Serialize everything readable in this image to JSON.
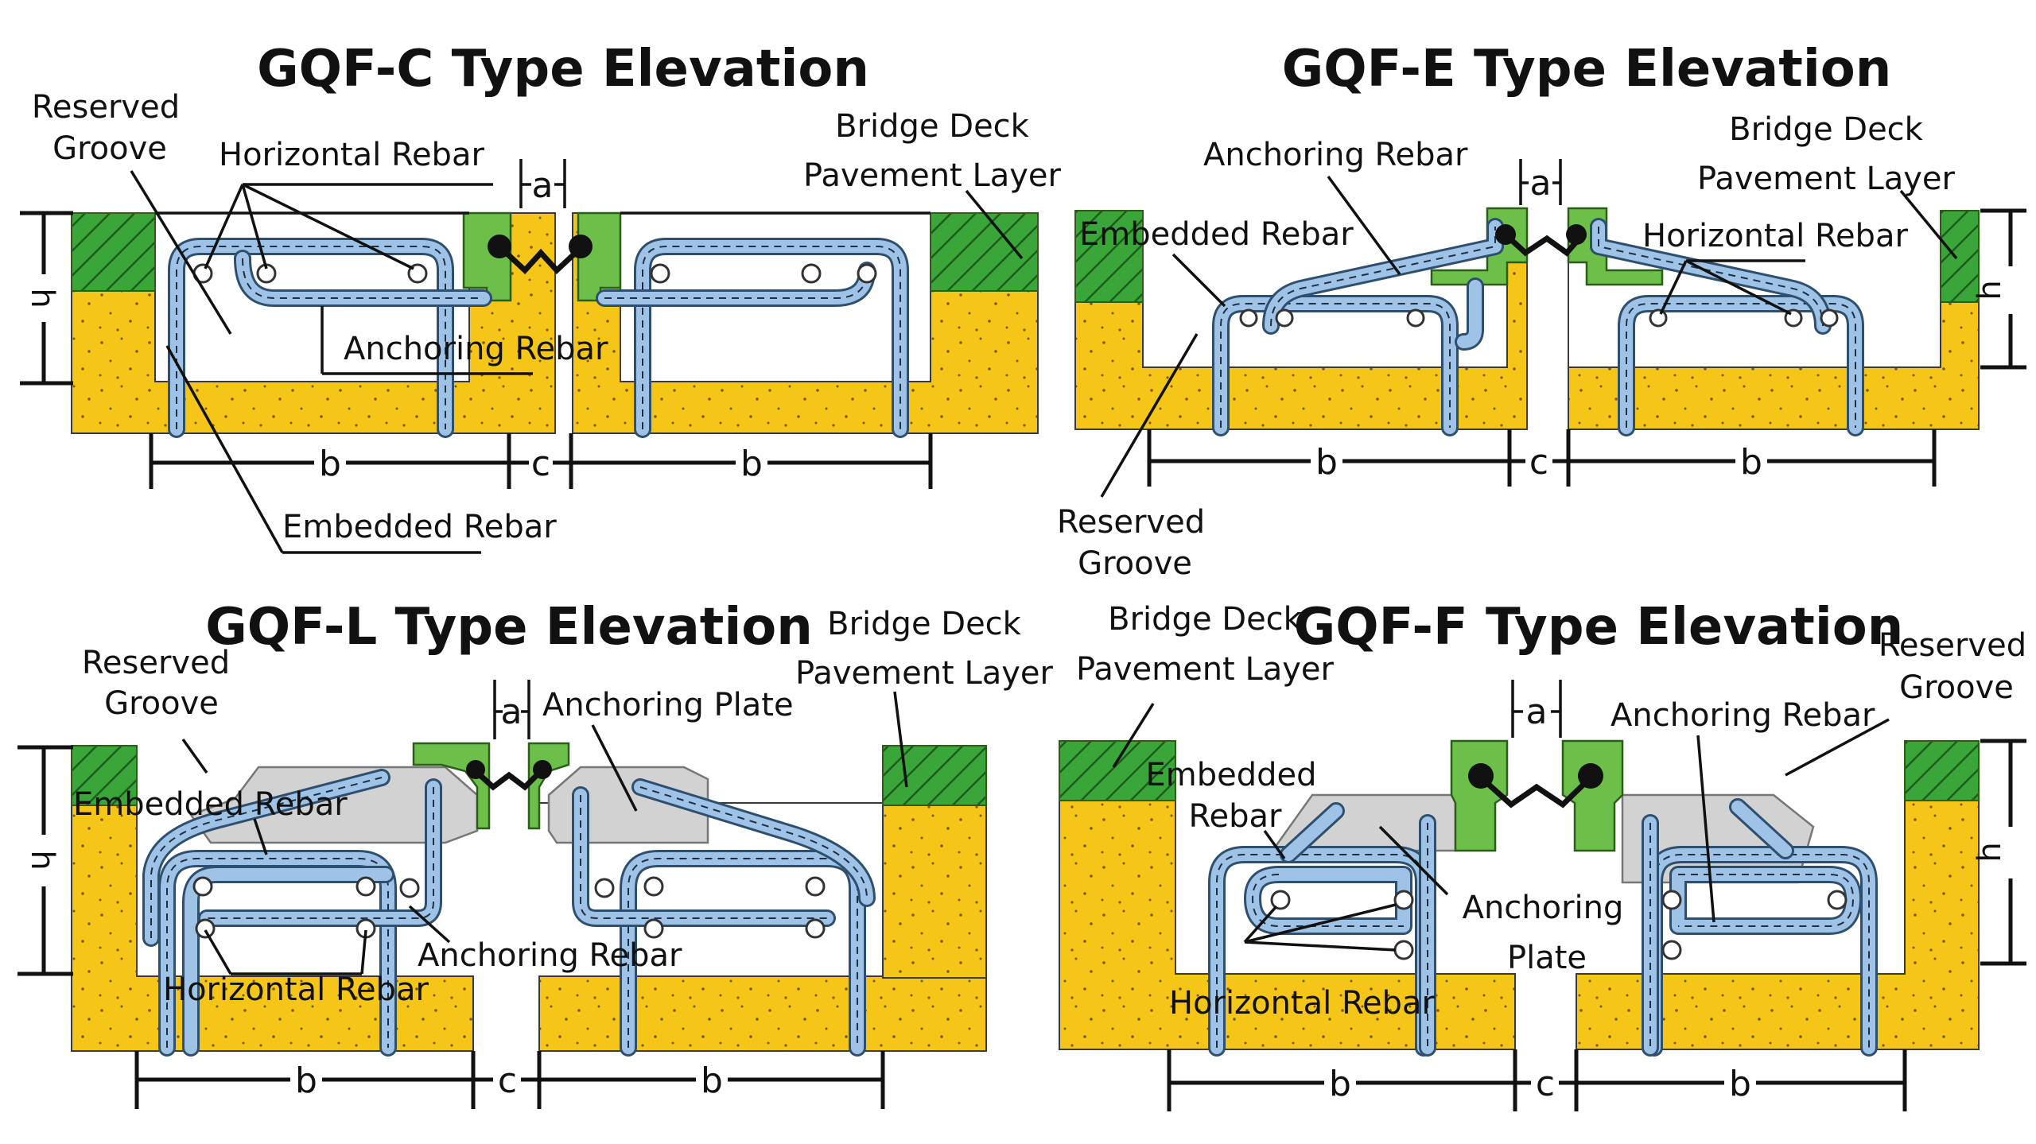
{
  "panels": {
    "c": {
      "title": "GQF-C Type Elevation",
      "labels": {
        "reserved_groove_1": "Reserved",
        "reserved_groove_2": "Groove",
        "horizontal_rebar": "Horizontal Rebar",
        "bridge_deck_1": "Bridge Deck",
        "bridge_deck_2": "Pavement Layer",
        "anchoring_rebar": "Anchoring Rebar",
        "embedded_rebar": "Embedded Rebar"
      },
      "dims": {
        "a": "a",
        "h": "h",
        "b_left": "b",
        "c": "c",
        "b_right": "b"
      }
    },
    "e": {
      "title": "GQF-E Type Elevation",
      "labels": {
        "anchoring_rebar": "Anchoring Rebar",
        "bridge_deck_1": "Bridge Deck",
        "bridge_deck_2": "Pavement Layer",
        "embedded_rebar": "Embedded Rebar",
        "horizontal_rebar": "Horizontal Rebar",
        "reserved_groove_1": "Reserved",
        "reserved_groove_2": "Groove"
      },
      "dims": {
        "a": "a",
        "h": "h",
        "b_left": "b",
        "c": "c",
        "b_right": "b"
      }
    },
    "l": {
      "title": "GQF-L Type Elevation",
      "labels": {
        "reserved_groove_1": "Reserved",
        "reserved_groove_2": "Groove",
        "bridge_deck_1": "Bridge Deck",
        "bridge_deck_2": "Pavement Layer",
        "anchoring_plate": "Anchoring Plate",
        "embedded_rebar": "Embedded Rebar",
        "anchoring_rebar": "Anchoring Rebar",
        "horizontal_rebar": "Horizontal Rebar"
      },
      "dims": {
        "a": "a",
        "h": "h",
        "b_left": "b",
        "c": "c",
        "b_right": "b"
      }
    },
    "f": {
      "title": "GQF-F Type Elevation",
      "labels": {
        "bridge_deck_1": "Bridge Deck",
        "bridge_deck_2": "Pavement Layer",
        "reserved_groove_1": "Reserved",
        "reserved_groove_2": "Groove",
        "anchoring_rebar": "Anchoring Rebar",
        "embedded_rebar_1": "Embedded",
        "embedded_rebar_2": "Rebar",
        "anchoring_plate_1": "Anchoring",
        "anchoring_plate_2": "Plate",
        "horizontal_rebar": "Horizontal Rebar"
      },
      "dims": {
        "a": "a",
        "h": "h",
        "b_left": "b",
        "c": "c",
        "b_right": "b"
      }
    }
  },
  "colors": {
    "concrete": "#f5c518",
    "pavement": "#3aa63a",
    "steel_profile": "#6cc04a",
    "rebar": "#9fc3e6",
    "anchoring_plate": "#d2d2d2"
  }
}
